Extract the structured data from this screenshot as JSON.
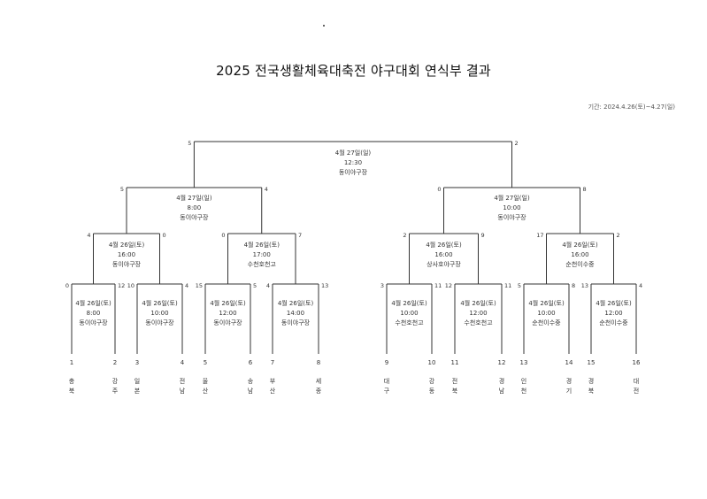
{
  "title": "2025 전국생활체육대축전 야구대회 연식부 결과",
  "period": "기간: 2024.4.26(토)~4.27(일)",
  "matches": [
    {
      "id": "m1",
      "date": "4월 26일(토)",
      "time": "8:00",
      "venue": "동이야구장",
      "scoreL": "0",
      "scoreR": "12"
    },
    {
      "id": "m2",
      "date": "4월 26일(토)",
      "time": "10:00",
      "venue": "동이야구장",
      "scoreL": "10",
      "scoreR": "4"
    },
    {
      "id": "m3",
      "date": "4월 26일(토)",
      "time": "12:00",
      "venue": "동이야구장",
      "scoreL": "15",
      "scoreR": "5"
    },
    {
      "id": "m4",
      "date": "4월 26일(토)",
      "time": "14:00",
      "venue": "동이야구장",
      "scoreL": "4",
      "scoreR": "13"
    },
    {
      "id": "m5",
      "date": "4월 26일(토)",
      "time": "10:00",
      "venue": "수천호천고",
      "scoreL": "3",
      "scoreR": "11"
    },
    {
      "id": "m6",
      "date": "4월 26일(토)",
      "time": "12:00",
      "venue": "수천호천고",
      "scoreL": "12",
      "scoreR": "11"
    },
    {
      "id": "m7",
      "date": "4월 26일(토)",
      "time": "10:00",
      "venue": "순천이수중",
      "scoreL": "5",
      "scoreR": "8"
    },
    {
      "id": "m8",
      "date": "4월 26일(토)",
      "time": "12:00",
      "venue": "순천이수중",
      "scoreL": "13",
      "scoreR": "4"
    },
    {
      "id": "q1",
      "date": "4월 26일(토)",
      "time": "16:00",
      "venue": "동이야구장",
      "scoreL": "4",
      "scoreR": "0"
    },
    {
      "id": "q2",
      "date": "4월 26일(토)",
      "time": "17:00",
      "venue": "수천호천고",
      "scoreL": "0",
      "scoreR": "7"
    },
    {
      "id": "q3",
      "date": "4월 26일(토)",
      "time": "16:00",
      "venue": "상사호야구장",
      "scoreL": "2",
      "scoreR": "9"
    },
    {
      "id": "q4",
      "date": "4월 26일(토)",
      "time": "16:00",
      "venue": "순천이수중",
      "scoreL": "17",
      "scoreR": "2"
    },
    {
      "id": "s1",
      "date": "4월 27일(일)",
      "time": "8:00",
      "venue": "동이야구장",
      "scoreL": "5",
      "scoreR": "4"
    },
    {
      "id": "s2",
      "date": "4월 27일(일)",
      "time": "10:00",
      "venue": "동이야구장",
      "scoreL": "0",
      "scoreR": "8"
    },
    {
      "id": "f",
      "date": "4월 27일(일)",
      "time": "12:30",
      "venue": "동이야구장",
      "scoreL": "5",
      "scoreR": "2"
    }
  ],
  "teams": [
    {
      "seed": "1",
      "name": [
        "충",
        "북"
      ]
    },
    {
      "seed": "2",
      "name": [
        "강",
        "주"
      ]
    },
    {
      "seed": "3",
      "name": [
        "일",
        "본"
      ]
    },
    {
      "seed": "4",
      "name": [
        "전",
        "남"
      ]
    },
    {
      "seed": "5",
      "name": [
        "울",
        "산"
      ]
    },
    {
      "seed": "6",
      "name": [
        "송",
        "남"
      ]
    },
    {
      "seed": "7",
      "name": [
        "부",
        "산"
      ]
    },
    {
      "seed": "8",
      "name": [
        "세",
        "종"
      ]
    },
    {
      "seed": "9",
      "name": [
        "대",
        "구"
      ]
    },
    {
      "seed": "10",
      "name": [
        "강",
        "동"
      ]
    },
    {
      "seed": "11",
      "name": [
        "전",
        "북"
      ]
    },
    {
      "seed": "12",
      "name": [
        "경",
        "남"
      ]
    },
    {
      "seed": "13",
      "name": [
        "인",
        "천"
      ]
    },
    {
      "seed": "14",
      "name": [
        "경",
        "기"
      ]
    },
    {
      "seed": "15",
      "name": [
        "경",
        "북"
      ]
    },
    {
      "seed": "16",
      "name": [
        "대",
        "전"
      ]
    }
  ]
}
